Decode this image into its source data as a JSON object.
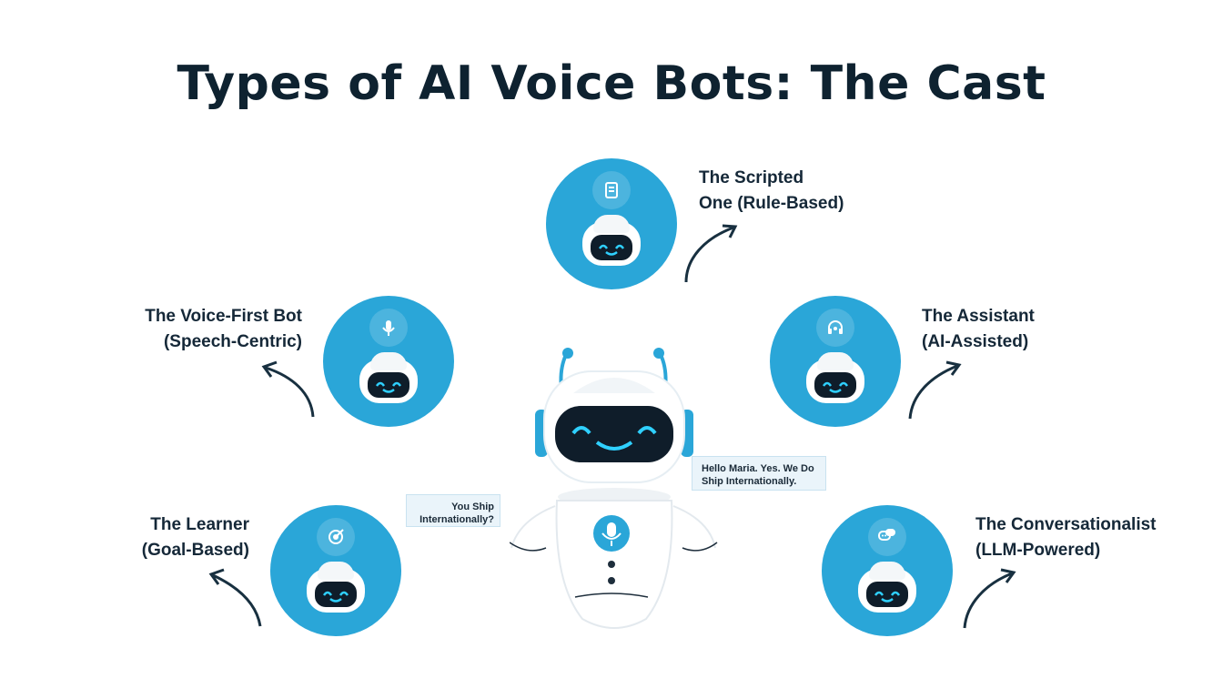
{
  "title": "Types of AI Voice Bots: The Cast",
  "nodes": [
    {
      "id": "scripted",
      "line1": "The Scripted",
      "line2": "One (Rule-Based)",
      "icon": "document-icon"
    },
    {
      "id": "voice-first",
      "line1": "The Voice-First Bot",
      "line2": "(Speech-Centric)",
      "icon": "microphone-icon"
    },
    {
      "id": "assistant",
      "line1": "The Assistant",
      "line2": "(AI-Assisted)",
      "icon": "headset-icon"
    },
    {
      "id": "learner",
      "line1": "The Learner",
      "line2": "(Goal-Based)",
      "icon": "target-icon"
    },
    {
      "id": "conversationalist",
      "line1": "The Conversationalist",
      "line2": "(LLM-Powered)",
      "icon": "chat-icon"
    }
  ],
  "bubbles": {
    "left_line1": "You Ship",
    "left_line2": "Internationally?",
    "right_line1": "Hello Maria. Yes. We Do",
    "right_line2": "Ship Internationally."
  },
  "colors": {
    "accent": "#2aa6d8",
    "text": "#152838",
    "face": "#0f1d2a"
  }
}
